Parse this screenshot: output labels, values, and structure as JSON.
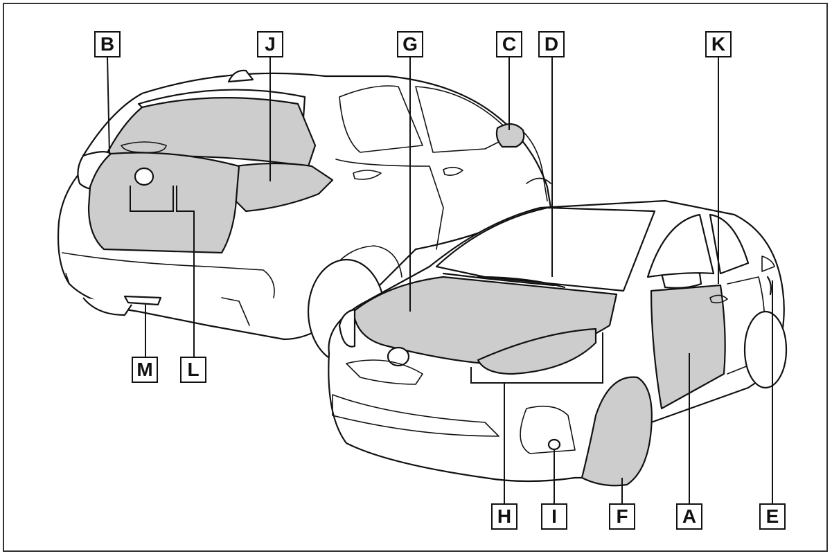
{
  "callouts": {
    "A": "A",
    "B": "B",
    "C": "C",
    "D": "D",
    "E": "E",
    "F": "F",
    "G": "G",
    "H": "H",
    "I": "I",
    "J": "J",
    "K": "K",
    "L": "L",
    "M": "M"
  },
  "colors": {
    "shade": "#cdcdcd",
    "line": "#111111",
    "background": "#ffffff"
  }
}
